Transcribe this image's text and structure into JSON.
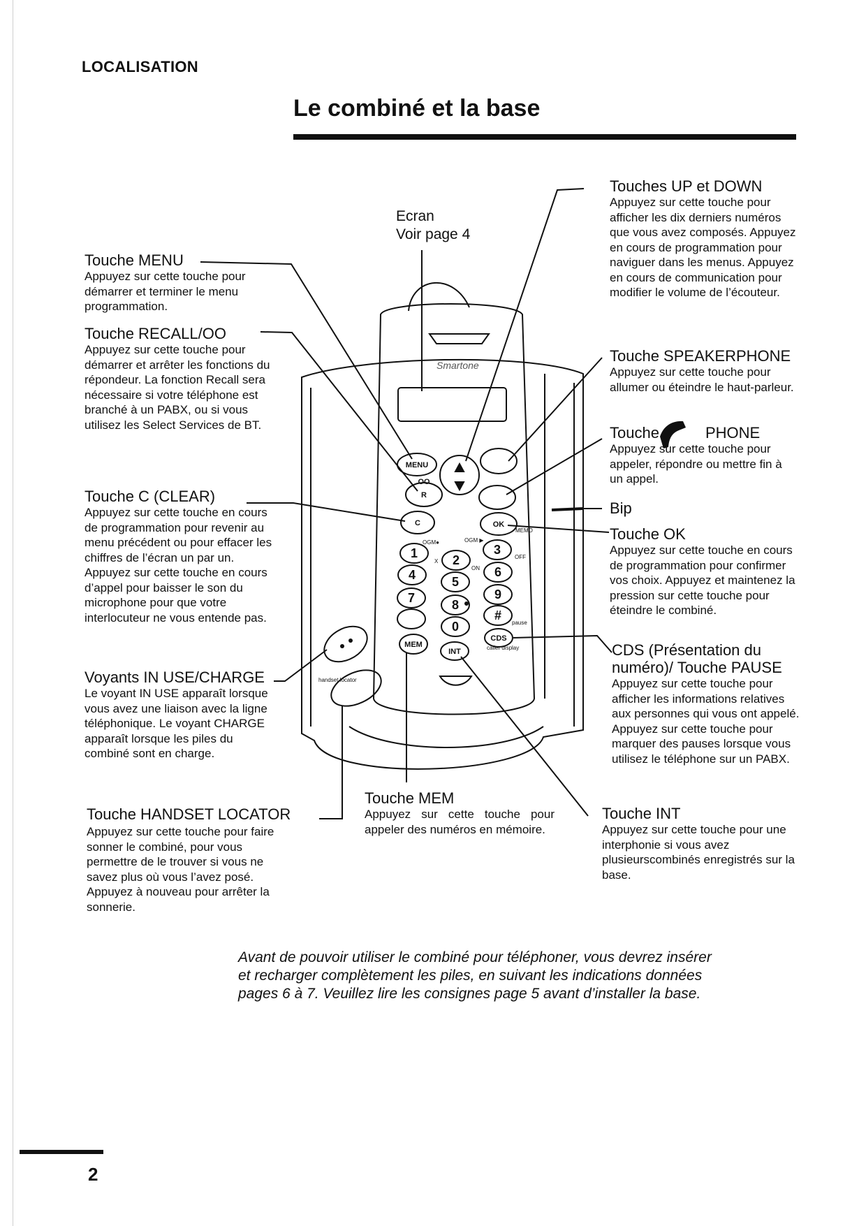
{
  "header": {
    "section": "LOCALISATION",
    "title": "Le combiné et la base"
  },
  "screen_label": {
    "title": "Ecran",
    "note": "Voir page 4"
  },
  "callouts": {
    "menu": {
      "title": "Touche MENU",
      "text": "Appuyez sur cette touche pour démarrer et terminer le menu programmation."
    },
    "recall": {
      "title": "Touche RECALL/ΟΟ",
      "text": "Appuyez sur cette touche pour démarrer et arrêter les fonctions du répondeur. La fonction Recall sera nécessaire si votre téléphone est branché à un PABX, ou si vous utilisez les Select Services de BT."
    },
    "clear": {
      "title": "Touche C (CLEAR)",
      "text": "Appuyez sur cette touche en cours de programmation pour revenir au menu précédent ou pour effacer les chiffres de l’écran un par un. Appuyez sur cette touche en cours d’appel pour baisser le son du microphone pour que votre interlocuteur ne vous entende pas."
    },
    "voyants": {
      "title": "Voyants IN USE/CHARGE",
      "text": "Le voyant IN USE apparaît lorsque vous avez une liaison avec la ligne téléphonique. Le voyant CHARGE apparaît lorsque les piles du combiné sont en charge."
    },
    "handset": {
      "title": "Touche HANDSET LOCATOR",
      "text": "Appuyez sur cette touche pour faire sonner le combiné, pour vous permettre de le trouver si vous ne savez plus où vous l’avez posé. Appuyez à nouveau pour arrêter la sonnerie."
    },
    "updown": {
      "title": "Touches UP et DOWN",
      "text": "Appuyez sur cette touche pour afficher les dix derniers numéros que vous avez composés. Appuyez en cours de programmation pour naviguer dans les menus. Appuyez en cours de communication pour modifier le volume de l’écouteur."
    },
    "speaker": {
      "title": "Touche SPEAKERPHONE",
      "text": "Appuyez sur cette touche pour allumer ou éteindre le haut-parleur."
    },
    "phone": {
      "title_before": "Touche",
      "title_after": "PHONE",
      "text": "Appuyez sur cette touche pour appeler, répondre ou mettre fin à un appel."
    },
    "bip": {
      "title": "Bip"
    },
    "ok": {
      "title": "Touche OK",
      "text": "Appuyez sur cette touche en cours de programmation pour confirmer vos choix. Appuyez et maintenez la pression sur cette touche pour éteindre le combiné."
    },
    "cds": {
      "title": "CDS (Présentation du numéro)/ Touche PAUSE",
      "text": "Appuyez sur cette touche pour afficher les informations relatives aux personnes qui vous ont appelé. Appuyez sur cette touche pour marquer des pauses lorsque vous utilisez le téléphone sur un PABX."
    },
    "mem": {
      "title": "Touche MEM",
      "text": "Appuyez sur cette touche pour appeler des numéros en mémoire."
    },
    "int": {
      "title": "Touche INT",
      "text": "Appuyez sur cette touche pour une interphonie si vous avez plusieurscombinés enregistrés sur la base."
    }
  },
  "phone_labels": {
    "brand": "Smartone",
    "menu": "MENU",
    "recall_symbol": "ΟΟ",
    "recall": "R",
    "clear": "C",
    "ok": "OK",
    "mem": "MEM",
    "int": "INT",
    "cds": "CDS",
    "memo": "MEMO",
    "ogm1": "OGM●",
    "ogm2": "OGM ▶",
    "off": "OFF",
    "on": "ON",
    "x": "X",
    "pause": "pause",
    "caller_display": "caller display",
    "handset_locator": "handset locator",
    "keys": [
      "1",
      "2",
      "3",
      "4",
      "5",
      "6",
      "7",
      "8",
      "9",
      "",
      "0",
      "#"
    ]
  },
  "intro_text": "Avant de pouvoir utiliser le combiné pour téléphoner, vous devrez insérer et recharger complètement les piles, en suivant les indications données pages 6 à 7. Veuillez lire les consignes page 5 avant d’installer la base.",
  "page_number": "2"
}
